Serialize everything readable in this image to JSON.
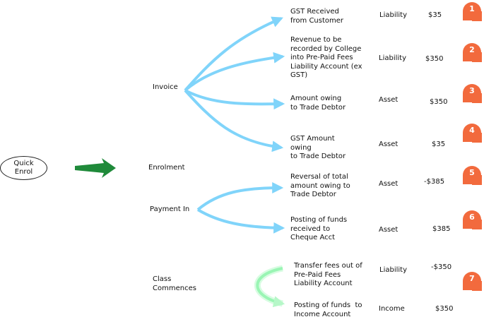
{
  "start": {
    "label": "Quick\nEnrol"
  },
  "enrolment": {
    "label": "Enrolment"
  },
  "groups": [
    {
      "label": "Invoice"
    },
    {
      "label": "Payment In"
    },
    {
      "label": "Class\nCommences"
    }
  ],
  "rows": [
    {
      "description": "GST Received\nfrom Customer",
      "type": "Liability",
      "amount": "$35",
      "marker": "1"
    },
    {
      "description": "Revenue to be\nrecorded by College\ninto Pre-Paid Fees\nLiability Account (ex\nGST)",
      "type": "Liability",
      "amount": "$350",
      "marker": "2"
    },
    {
      "description": "Amount owing\nto Trade Debtor",
      "type": "Asset",
      "amount": "$350",
      "marker": "3"
    },
    {
      "description": "GST Amount\nowing\nto Trade Debtor",
      "type": "Asset",
      "amount": "$35",
      "marker": "4"
    },
    {
      "description": "Reversal of total\namount owing to\nTrade Debtor",
      "type": "Asset",
      "amount": "-$385",
      "marker": "5"
    },
    {
      "description": "Posting of funds\nreceived to\nCheque Acct",
      "type": "Asset",
      "amount": "$385",
      "marker": "6"
    },
    {
      "description": "Transfer fees out of\nPre-Paid Fees\nLiability Account",
      "type": "Liability",
      "amount": "-$350",
      "marker": ""
    },
    {
      "description": "Posting of funds  to\nIncome Account",
      "type": "Income",
      "amount": "$350",
      "marker": ""
    }
  ],
  "marker7": "7",
  "colors": {
    "blue_arrow": "#80d4fa",
    "green_arrow": "#1f8a3a",
    "light_green_arrow": "#9af5b4",
    "marker": "#f26a3d"
  }
}
